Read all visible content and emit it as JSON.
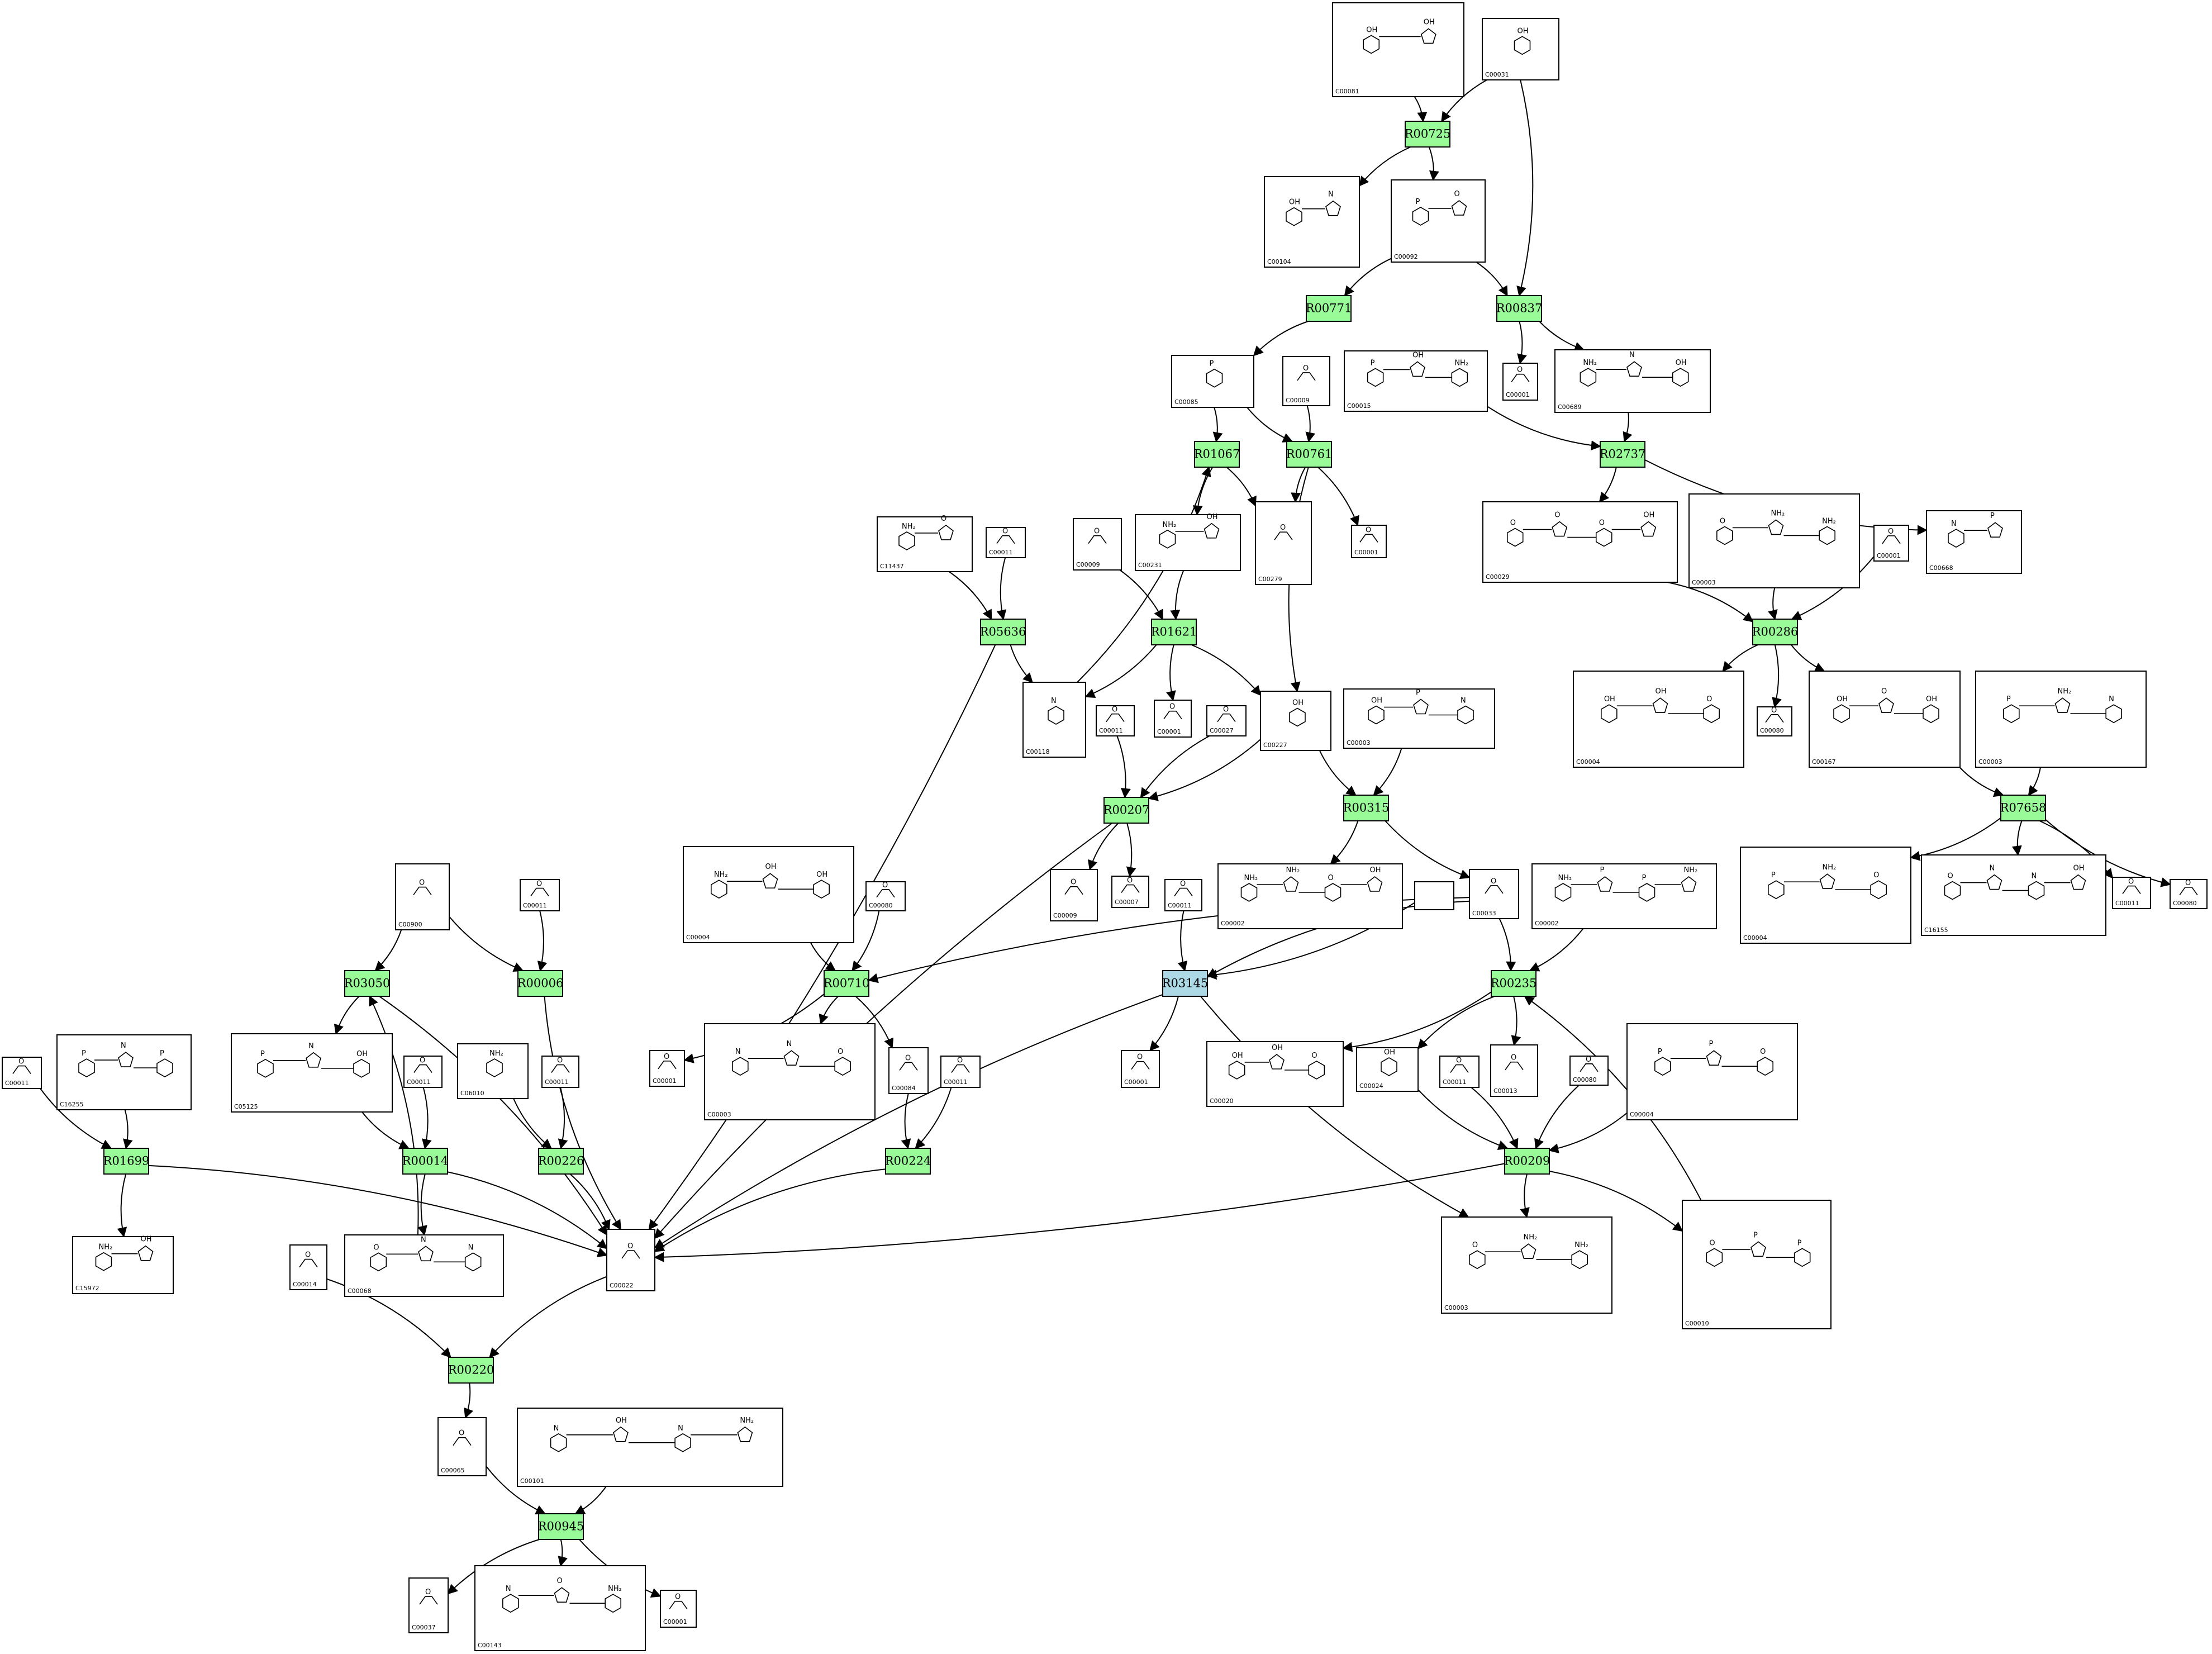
{
  "colors": {
    "reaction": "#98fb98",
    "reaction_highlight": "#add8e6",
    "stroke": "#000000",
    "background": "#ffffff"
  },
  "reactions": [
    {
      "id": "R00725",
      "label": "R00725"
    },
    {
      "id": "R00771",
      "label": "R00771"
    },
    {
      "id": "R00837",
      "label": "R00837"
    },
    {
      "id": "R01067",
      "label": "R01067"
    },
    {
      "id": "R00761",
      "label": "R00761"
    },
    {
      "id": "R02737",
      "label": "R02737"
    },
    {
      "id": "R05636",
      "label": "R05636"
    },
    {
      "id": "R01621",
      "label": "R01621"
    },
    {
      "id": "R00286",
      "label": "R00286"
    },
    {
      "id": "R00207",
      "label": "R00207"
    },
    {
      "id": "R00315",
      "label": "R00315"
    },
    {
      "id": "R07658",
      "label": "R07658"
    },
    {
      "id": "R03050",
      "label": "R03050"
    },
    {
      "id": "R00006",
      "label": "R00006"
    },
    {
      "id": "R00710",
      "label": "R00710"
    },
    {
      "id": "R03145",
      "label": "R03145"
    },
    {
      "id": "R00235",
      "label": "R00235"
    },
    {
      "id": "R01699",
      "label": "R01699"
    },
    {
      "id": "R00014",
      "label": "R00014"
    },
    {
      "id": "R00226",
      "label": "R00226"
    },
    {
      "id": "R00224",
      "label": "R00224"
    },
    {
      "id": "R00209",
      "label": "R00209"
    },
    {
      "id": "R00220",
      "label": "R00220"
    },
    {
      "id": "R00945",
      "label": "R00945"
    }
  ],
  "compounds": [
    {
      "id": "c_C00081",
      "label": "C00081"
    },
    {
      "id": "c_C00031",
      "label": "C00031"
    },
    {
      "id": "c_C00104",
      "label": "C00104"
    },
    {
      "id": "c_C00092",
      "label": "C00092"
    },
    {
      "id": "c_C00085",
      "label": "C00085"
    },
    {
      "id": "c_C00009a",
      "label": "C00009"
    },
    {
      "id": "c_C00015",
      "label": "C00015"
    },
    {
      "id": "c_C00001a",
      "label": "C00001"
    },
    {
      "id": "c_C00689",
      "label": "C00689"
    },
    {
      "id": "c_C11437",
      "label": "C11437"
    },
    {
      "id": "c_C00011a",
      "label": "C00011"
    },
    {
      "id": "c_C00009b",
      "label": "C00009"
    },
    {
      "id": "c_C00231",
      "label": "C00231"
    },
    {
      "id": "c_C00279",
      "label": "C00279"
    },
    {
      "id": "c_C00001b",
      "label": "C00001"
    },
    {
      "id": "c_C00029",
      "label": "C00029"
    },
    {
      "id": "c_C00003a",
      "label": "C00003"
    },
    {
      "id": "c_C00001c",
      "label": "C00001"
    },
    {
      "id": "c_C00668",
      "label": "C00668"
    },
    {
      "id": "c_C00118",
      "label": "C00118"
    },
    {
      "id": "c_C00011b",
      "label": "C00011"
    },
    {
      "id": "c_C00001d",
      "label": "C00001"
    },
    {
      "id": "c_C00027",
      "label": "C00027"
    },
    {
      "id": "c_C00227",
      "label": "C00227"
    },
    {
      "id": "c_C00003b",
      "label": "C00003"
    },
    {
      "id": "c_C00004a",
      "label": "C00004"
    },
    {
      "id": "c_C00080a",
      "label": "C00080"
    },
    {
      "id": "c_C00167",
      "label": "C00167"
    },
    {
      "id": "c_C00003c",
      "label": "C00003"
    },
    {
      "id": "c_C00004b",
      "label": "C00004"
    },
    {
      "id": "c_C00080b",
      "label": "C00080"
    },
    {
      "id": "c_C00009c",
      "label": "C00009"
    },
    {
      "id": "c_C00007",
      "label": "C00007"
    },
    {
      "id": "c_C00011c",
      "label": "C00011"
    },
    {
      "id": "c_C00002a",
      "label": "C00002"
    },
    {
      "id": "c_C00033",
      "label": "C00033"
    },
    {
      "id": "c_C00002b",
      "label": "C00002"
    },
    {
      "id": "c_C00004c",
      "label": "C00004"
    },
    {
      "id": "c_C16155",
      "label": "C16155"
    },
    {
      "id": "c_C00011d",
      "label": "C00011"
    },
    {
      "id": "c_C00080c",
      "label": "C00080"
    },
    {
      "id": "c_C00900",
      "label": "C00900"
    },
    {
      "id": "c_C00011e",
      "label": "C00011"
    },
    {
      "id": "c_blank",
      "label": ""
    },
    {
      "id": "c_C00003d",
      "label": "C00003"
    },
    {
      "id": "c_C00001e",
      "label": "C00001"
    },
    {
      "id": "c_C00084",
      "label": "C00084"
    },
    {
      "id": "c_C00011f",
      "label": "C00011"
    },
    {
      "id": "c_C00001f",
      "label": "C00001"
    },
    {
      "id": "c_C00020",
      "label": "C00020"
    },
    {
      "id": "c_C00024",
      "label": "C00024"
    },
    {
      "id": "c_C00011g",
      "label": "C00011"
    },
    {
      "id": "c_C00013",
      "label": "C00013"
    },
    {
      "id": "c_C00080d",
      "label": "C00080"
    },
    {
      "id": "c_C00004d",
      "label": "C00004"
    },
    {
      "id": "c_C00011h",
      "label": "C00011"
    },
    {
      "id": "c_C16255",
      "label": "C16255"
    },
    {
      "id": "c_C05125",
      "label": "C05125"
    },
    {
      "id": "c_C00011i",
      "label": "C00011"
    },
    {
      "id": "c_C06010",
      "label": "C06010"
    },
    {
      "id": "c_C00011j",
      "label": "C00011"
    },
    {
      "id": "c_C15972",
      "label": "C15972"
    },
    {
      "id": "c_C00014",
      "label": "C00014"
    },
    {
      "id": "c_C00068",
      "label": "C00068"
    },
    {
      "id": "c_C00022",
      "label": "C00022"
    },
    {
      "id": "c_C00003e",
      "label": "C00003"
    },
    {
      "id": "c_C00010",
      "label": "C00010"
    },
    {
      "id": "c_C00065",
      "label": "C00065"
    },
    {
      "id": "c_C00101",
      "label": "C00101"
    },
    {
      "id": "c_C00037",
      "label": "C00037"
    },
    {
      "id": "c_C00143",
      "label": "C00143"
    },
    {
      "id": "c_C00001g",
      "label": "C00001"
    }
  ],
  "edges": [
    [
      "c_C00081",
      "R00725"
    ],
    [
      "c_C00031",
      "R00725"
    ],
    [
      "c_C00031",
      "R00837"
    ],
    [
      "R00725",
      "c_C00104"
    ],
    [
      "R00725",
      "c_C00092"
    ],
    [
      "c_C00092",
      "R00771"
    ],
    [
      "c_C00092",
      "R00837"
    ],
    [
      "R00771",
      "c_C00085"
    ],
    [
      "R00837",
      "c_C00001a"
    ],
    [
      "R00837",
      "c_C00689"
    ],
    [
      "c_C00085",
      "R01067"
    ],
    [
      "c_C00085",
      "R00761"
    ],
    [
      "c_C00009a",
      "R00761"
    ],
    [
      "c_C00015",
      "R02737"
    ],
    [
      "c_C00689",
      "R02737"
    ],
    [
      "R01067",
      "c_C00231"
    ],
    [
      "R01067",
      "c_C00279"
    ],
    [
      "R00761",
      "c_C00279"
    ],
    [
      "R00761",
      "c_C00001b"
    ],
    [
      "R00761",
      "c_C00227"
    ],
    [
      "R02737",
      "c_C00029"
    ],
    [
      "R02737",
      "c_C00668"
    ],
    [
      "c_C11437",
      "R05636"
    ],
    [
      "c_C00011a",
      "R05636"
    ],
    [
      "c_C00009b",
      "R01621"
    ],
    [
      "c_C00231",
      "R01621"
    ],
    [
      "c_C00029",
      "R00286"
    ],
    [
      "c_C00003a",
      "R00286"
    ],
    [
      "c_C00001c",
      "R00286"
    ],
    [
      "R05636",
      "c_C00118"
    ],
    [
      "R05636",
      "c_C00022"
    ],
    [
      "c_C00118",
      "R01067"
    ],
    [
      "R01621",
      "c_C00118"
    ],
    [
      "R01621",
      "c_C00001d"
    ],
    [
      "R01621",
      "c_C00227"
    ],
    [
      "R00286",
      "c_C00004a"
    ],
    [
      "R00286",
      "c_C00080a"
    ],
    [
      "R00286",
      "c_C00167"
    ],
    [
      "c_C00011b",
      "R00207"
    ],
    [
      "c_C00027",
      "R00207"
    ],
    [
      "c_C00227",
      "R00207"
    ],
    [
      "c_C00227",
      "R00315"
    ],
    [
      "c_C00003b",
      "R00315"
    ],
    [
      "c_C00167",
      "R07658"
    ],
    [
      "c_C00003c",
      "R07658"
    ],
    [
      "R00207",
      "c_C00009c"
    ],
    [
      "R00207",
      "c_C00007"
    ],
    [
      "R00207",
      "c_C00022"
    ],
    [
      "R00315",
      "c_C00002a"
    ],
    [
      "R00315",
      "c_C00033"
    ],
    [
      "R07658",
      "c_C00004b"
    ],
    [
      "R07658",
      "c_C16155"
    ],
    [
      "R07658",
      "c_C00011d"
    ],
    [
      "R07658",
      "c_C00080b"
    ],
    [
      "c_C00900",
      "R03050"
    ],
    [
      "c_C00900",
      "R00006"
    ],
    [
      "c_C00011e",
      "R00006"
    ],
    [
      "c_C00004c",
      "R00710"
    ],
    [
      "c_C00080c",
      "R00710"
    ],
    [
      "c_C00011c",
      "R03145"
    ],
    [
      "c_blank",
      "R03145"
    ],
    [
      "c_C00033",
      "R03145"
    ],
    [
      "c_C00033",
      "R00235"
    ],
    [
      "c_C00033",
      "R00710"
    ],
    [
      "c_C00002b",
      "R00235"
    ],
    [
      "R03050",
      "c_C05125"
    ],
    [
      "R03050",
      "c_C00022"
    ],
    [
      "R00006",
      "c_C00022"
    ],
    [
      "R00710",
      "c_C00001e"
    ],
    [
      "R00710",
      "c_C00003d"
    ],
    [
      "R00710",
      "c_C00084"
    ],
    [
      "R03145",
      "c_C00003e"
    ],
    [
      "R03145",
      "c_C00001f"
    ],
    [
      "R03145",
      "c_C00022"
    ],
    [
      "R00235",
      "c_C00020"
    ],
    [
      "R00235",
      "c_C00024"
    ],
    [
      "R00235",
      "c_C00013"
    ],
    [
      "c_C00011h",
      "R01699"
    ],
    [
      "c_C16255",
      "R01699"
    ],
    [
      "c_C05125",
      "R00014"
    ],
    [
      "c_C00011i",
      "R00014"
    ],
    [
      "c_C06010",
      "R00226"
    ],
    [
      "c_C00011j",
      "R00226"
    ],
    [
      "c_C00084",
      "R00224"
    ],
    [
      "c_C00011f",
      "R00224"
    ],
    [
      "c_C00024",
      "R00209"
    ],
    [
      "c_C00011g",
      "R00209"
    ],
    [
      "c_C00080d",
      "R00209"
    ],
    [
      "c_C00004d",
      "R00209"
    ],
    [
      "R01699",
      "c_C15972"
    ],
    [
      "R01699",
      "c_C00022"
    ],
    [
      "R00014",
      "c_C00068"
    ],
    [
      "R00014",
      "c_C00022"
    ],
    [
      "c_C00068",
      "R03050"
    ],
    [
      "R00226",
      "c_C00022"
    ],
    [
      "R00224",
      "c_C00022"
    ],
    [
      "R00209",
      "c_C00022"
    ],
    [
      "R00209",
      "c_C00003e"
    ],
    [
      "R00209",
      "c_C00010"
    ],
    [
      "c_C00010",
      "R00235"
    ],
    [
      "c_C00014",
      "R00220"
    ],
    [
      "c_C00022",
      "R00220"
    ],
    [
      "R00220",
      "c_C00065"
    ],
    [
      "c_C00065",
      "R00945"
    ],
    [
      "c_C00101",
      "R00945"
    ],
    [
      "R00945",
      "c_C00037"
    ],
    [
      "R00945",
      "c_C00143"
    ],
    [
      "R00945",
      "c_C00001g"
    ]
  ]
}
